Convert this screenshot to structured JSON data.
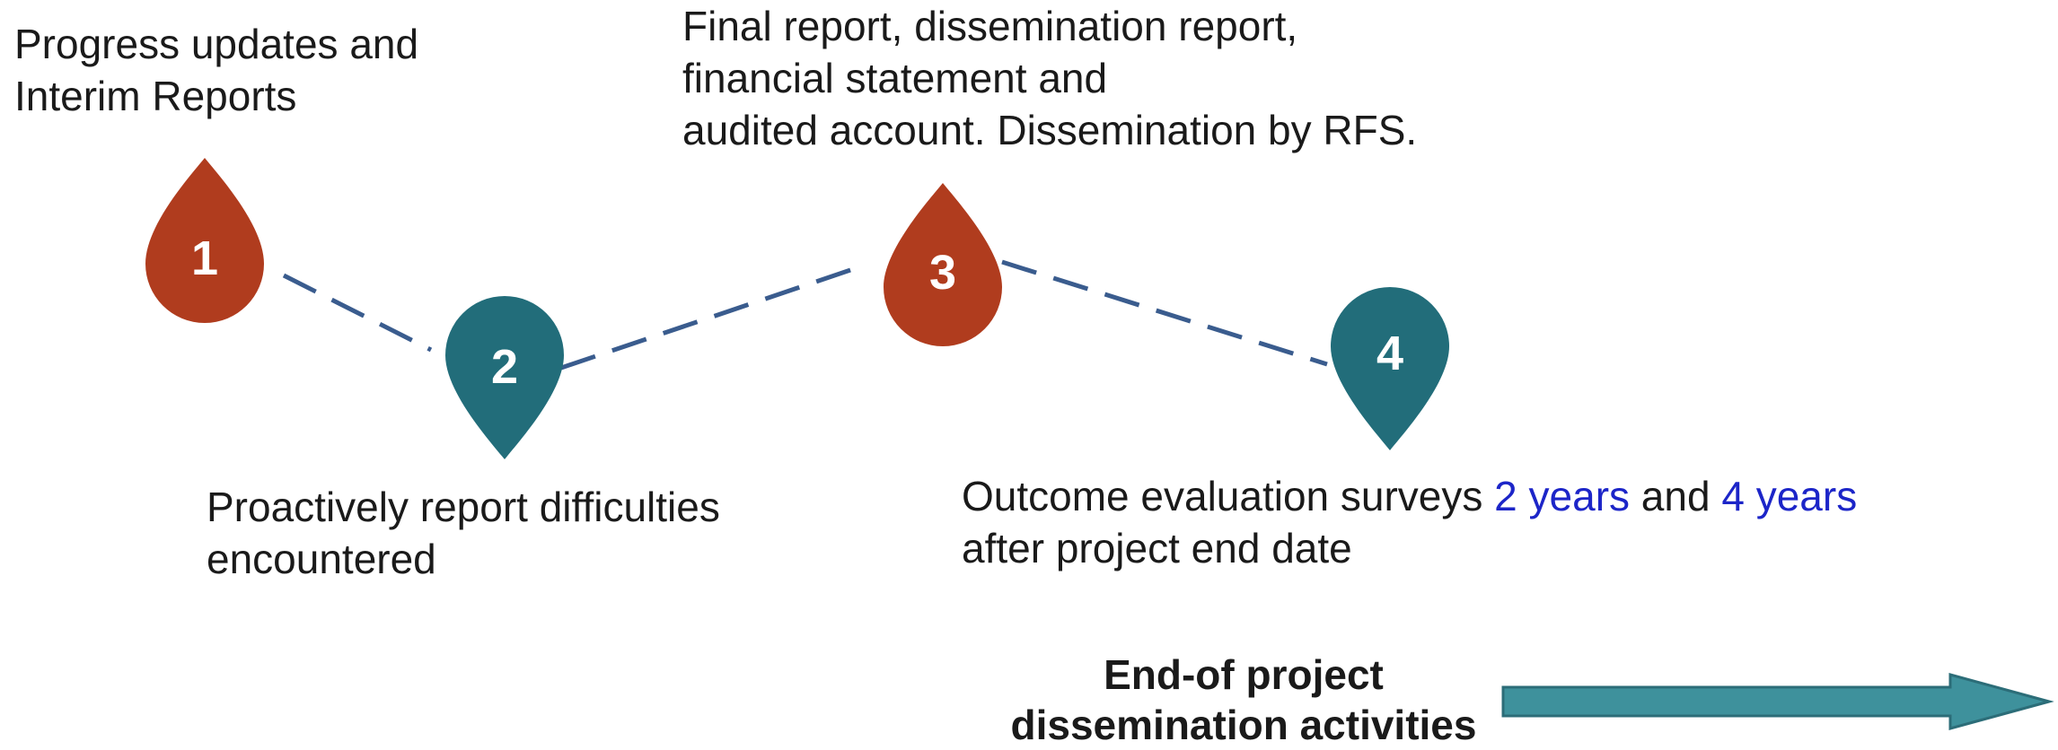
{
  "steps": [
    {
      "number": "1",
      "lines": [
        "Progress updates and",
        "Interim Reports"
      ],
      "color": "#b03c1e"
    },
    {
      "number": "2",
      "lines": [
        "Proactively report difficulties",
        "encountered"
      ],
      "color": "#226d7a"
    },
    {
      "number": "3",
      "lines": [
        "Final report, dissemination report,",
        "financial statement and",
        "audited account. Dissemination by RFS."
      ],
      "color": "#b03c1e"
    },
    {
      "number": "4",
      "text_before": "Outcome evaluation surveys ",
      "highlight_1": "2 years",
      "text_mid": " and ",
      "highlight_2": "4 years",
      "line_2": "after project end date",
      "color": "#226d7a"
    }
  ],
  "footer": {
    "title_lines": [
      "End-of project",
      "dissemination activities"
    ],
    "arrow_color": "#3e919c"
  },
  "colors": {
    "dashed_line": "#3a5c8e",
    "highlight_text": "#1c25c8"
  }
}
